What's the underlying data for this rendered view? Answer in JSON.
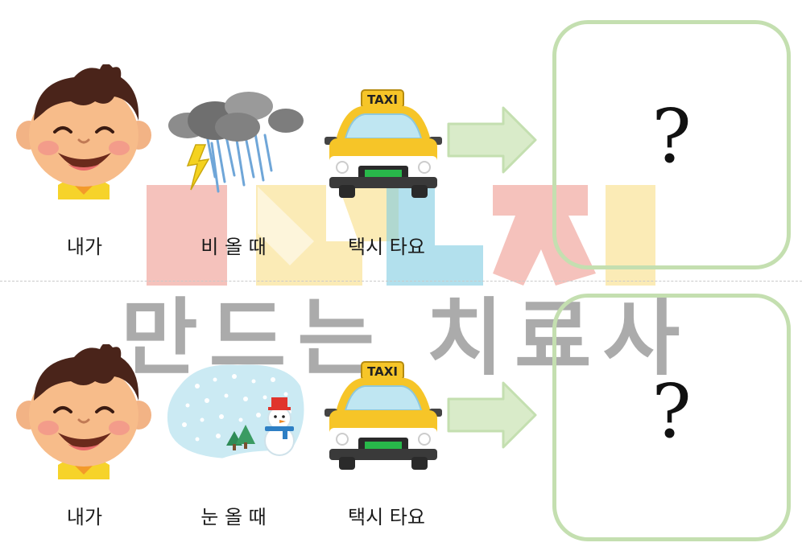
{
  "rows": [
    {
      "labels": [
        "내가",
        "비 올 때",
        "택시 타요"
      ],
      "weather": "rain-cloud",
      "answer": "?"
    },
    {
      "labels": [
        "내가",
        "눈 올 때",
        "택시 타요"
      ],
      "weather": "snow-scene",
      "answer": "?"
    }
  ],
  "taxi_sign": "TAXI",
  "watermark": {
    "text": "만드는 치료사"
  },
  "colors": {
    "arrow": "#d9ebc9",
    "box_border": "#c4dfb0",
    "taxi_body": "#f6c528",
    "wm_red": "#ef9a8f",
    "wm_yellow": "#f8dd86",
    "wm_blue": "#7fcbe1"
  }
}
